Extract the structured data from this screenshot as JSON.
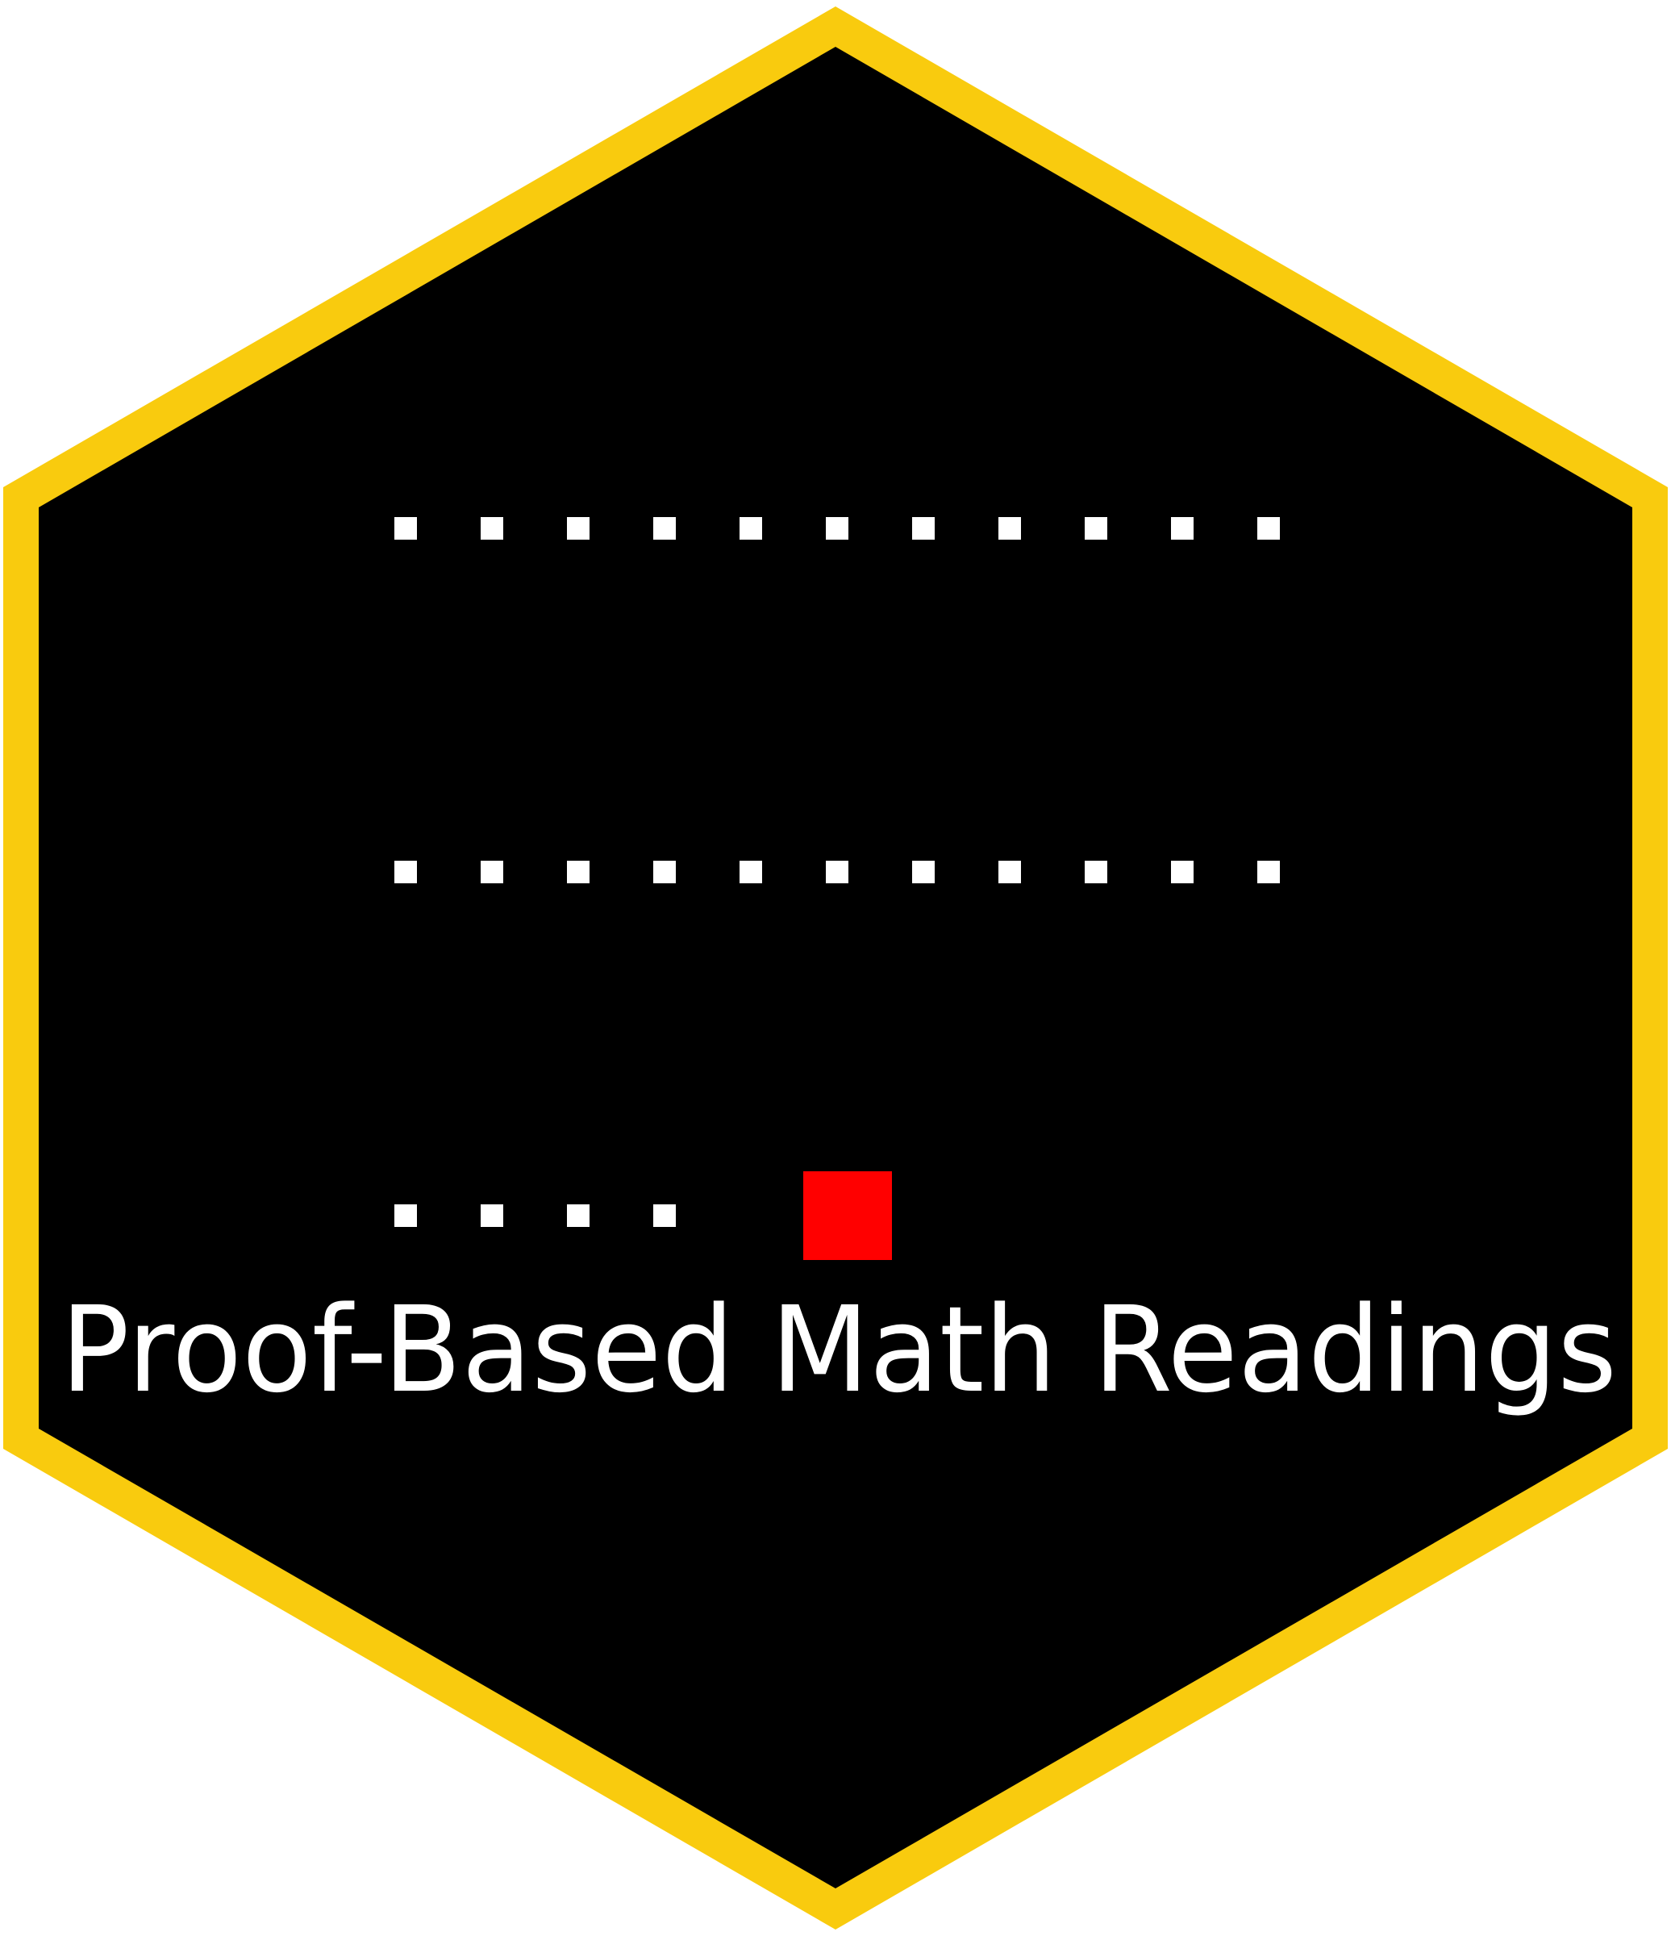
{
  "sticker": {
    "title": "Proof-Based Math Readings",
    "colors": {
      "border": "#F9CB0E",
      "background": "#000000",
      "dot": "#FFFFFF",
      "highlight": "#FF0000",
      "text": "#FFFFFF"
    },
    "dot_rows": [
      {
        "count": 11,
        "highlight_after": null
      },
      {
        "count": 11,
        "highlight_after": null
      },
      {
        "count": 4,
        "highlight_after": 4
      }
    ]
  }
}
